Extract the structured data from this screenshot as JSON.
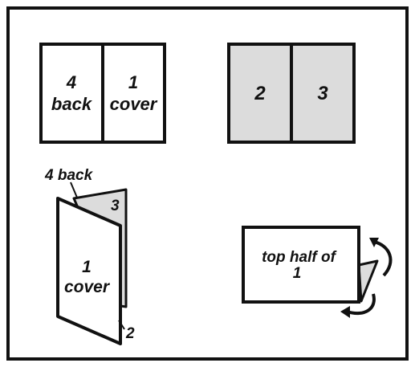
{
  "colors": {
    "stroke": "#111111",
    "fill_light": "#ffffff",
    "fill_shaded": "#dcdcdc"
  },
  "spread_outside": {
    "left_page": {
      "number": "4",
      "word": "back"
    },
    "right_page": {
      "number": "1",
      "word": "cover"
    }
  },
  "spread_inside": {
    "left_page": {
      "number": "2"
    },
    "right_page": {
      "number": "3"
    }
  },
  "folded_booklet": {
    "back_label": "4 back",
    "inner_page_label": "3",
    "front_number": "1",
    "front_word": "cover",
    "bottom_page_label": "2"
  },
  "folded_sheet": {
    "line1": "top half of",
    "line2": "1",
    "rotate_icons": [
      "curved-arrow-top-icon",
      "curved-arrow-bottom-icon"
    ]
  }
}
